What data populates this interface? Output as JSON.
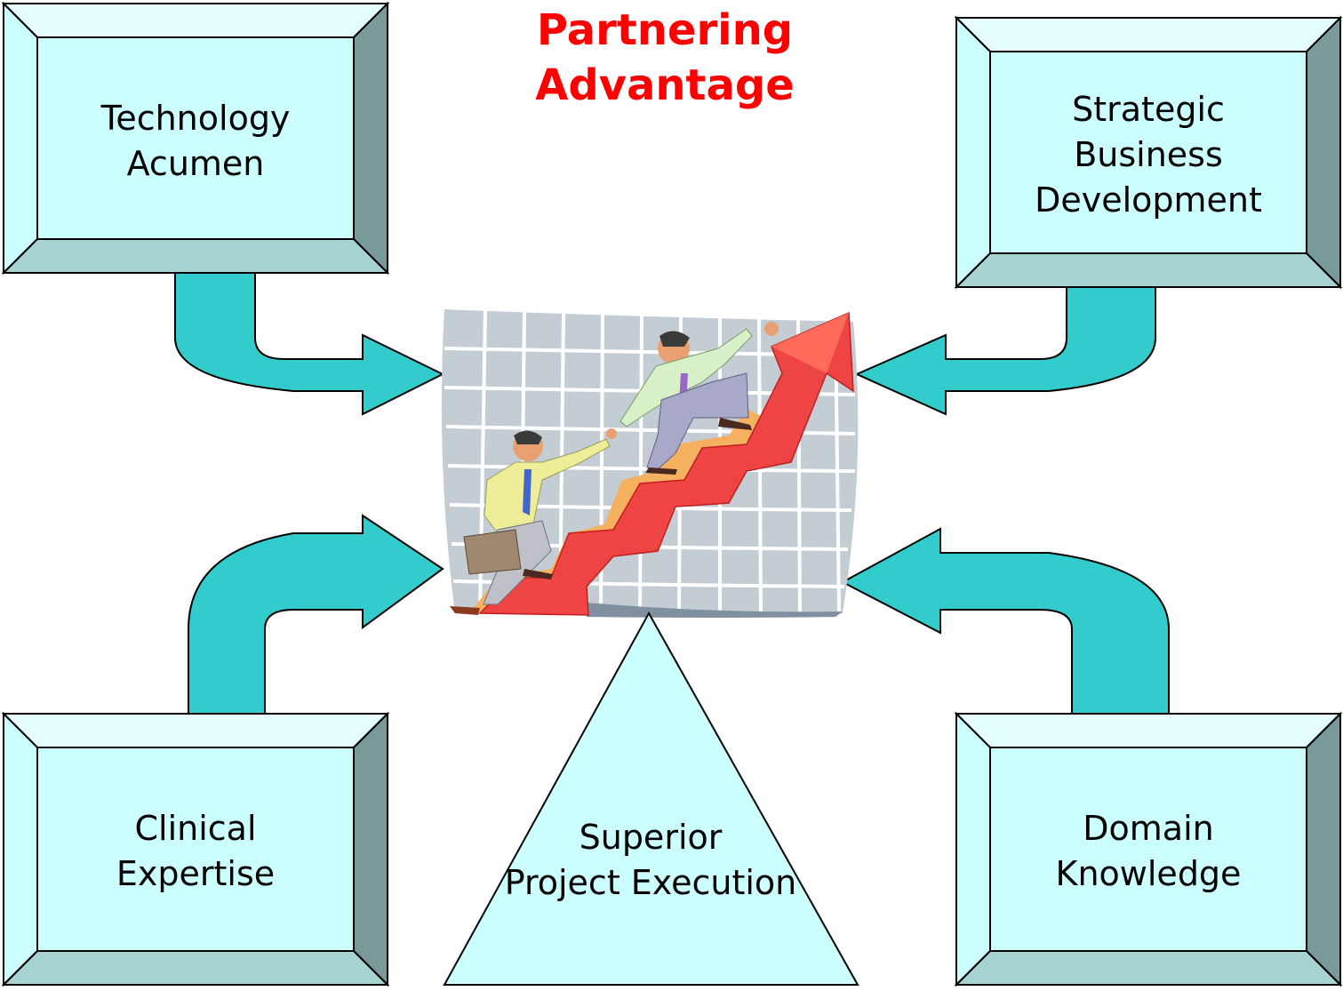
{
  "title": {
    "line1": "Partnering",
    "line2": "Advantage"
  },
  "boxes": {
    "technology_acumen": [
      "Technology",
      "Acumen"
    ],
    "strategic_business_development": [
      "Strategic",
      "Business",
      "Development"
    ],
    "clinical_expertise": [
      "Clinical",
      "Expertise"
    ],
    "domain_knowledge": [
      "Domain",
      "Knowledge"
    ]
  },
  "triangle": [
    "Superior",
    "Project Execution"
  ],
  "center_image": {
    "icon": "business-climbing-chart-clipart"
  },
  "colors": {
    "title": "#ff0000",
    "box_face": "#ccffff",
    "box_bevel_light": "#e6ffff",
    "box_bevel_mid": "#a8d3d3",
    "box_bevel_dark": "#7a9999",
    "arrow": "#33cccc",
    "triangle": "#ccffff"
  }
}
